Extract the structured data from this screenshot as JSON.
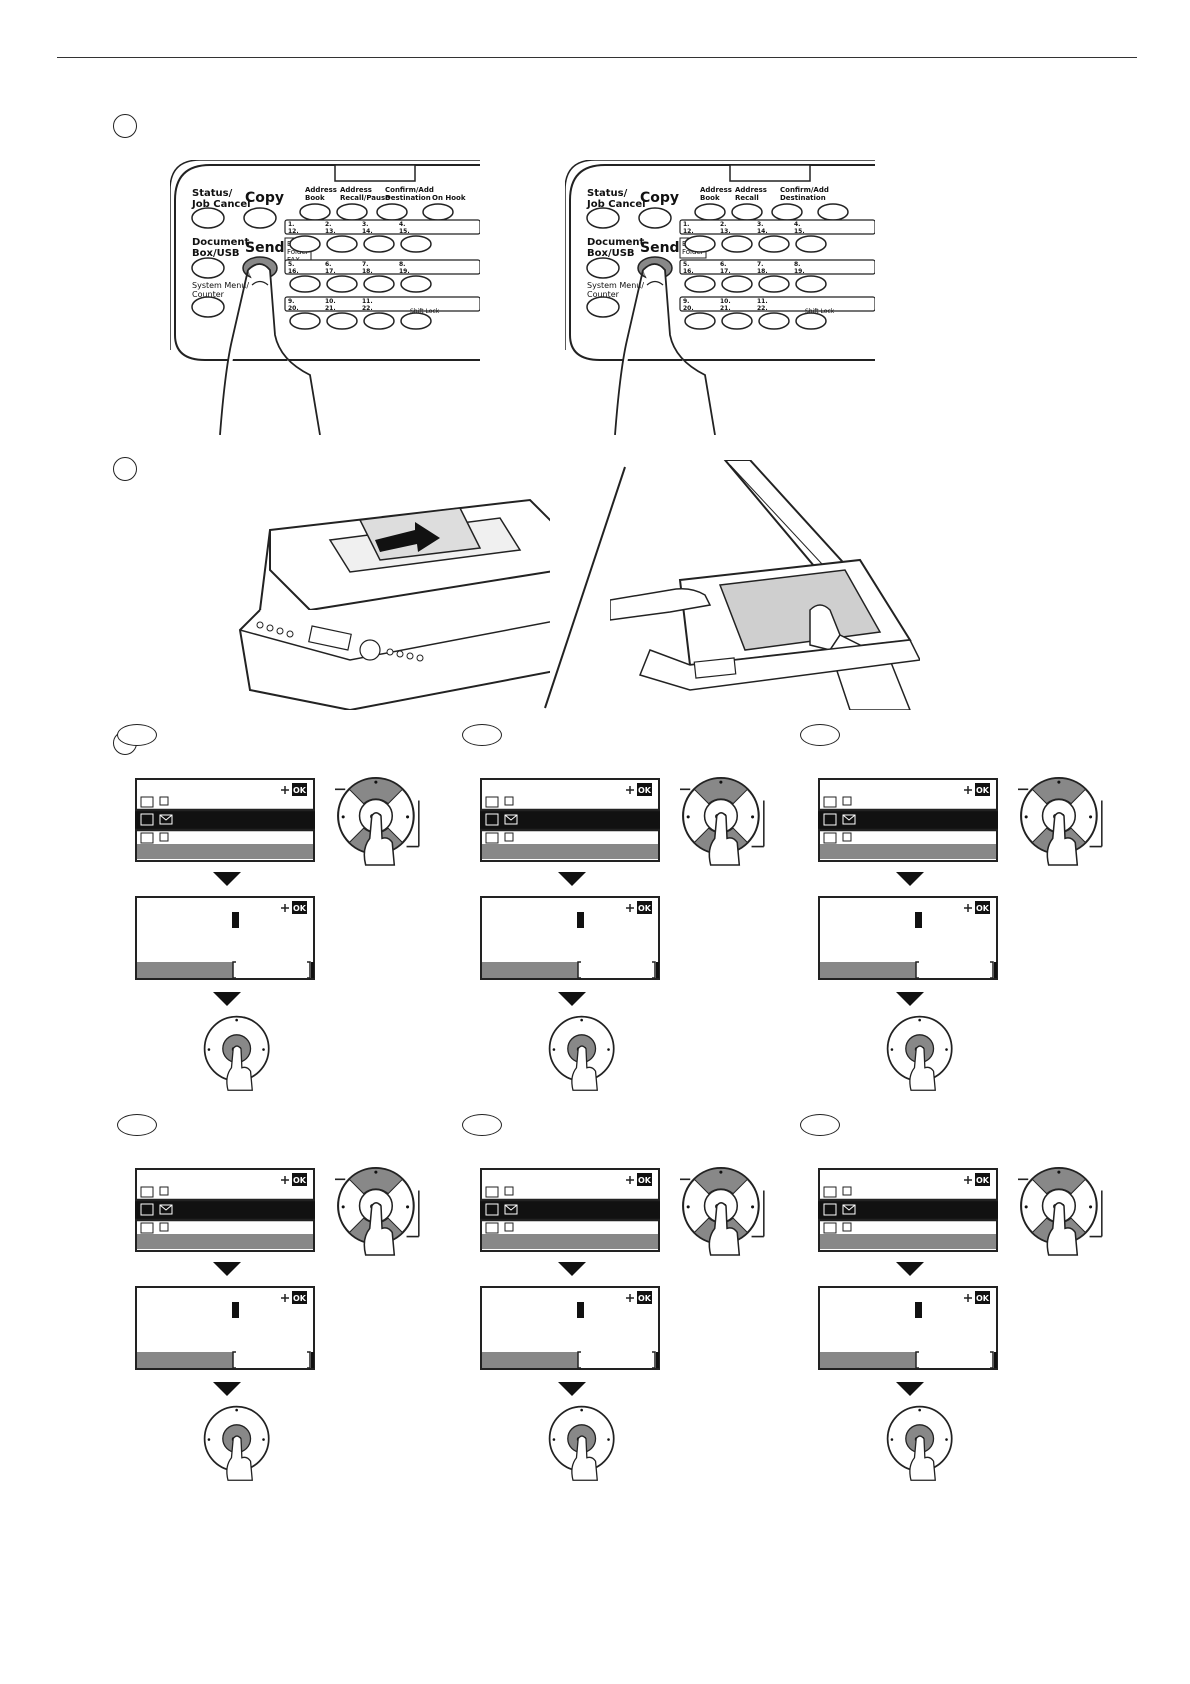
{
  "panel": {
    "status_job_cancel": "Status/\nJob Cancel",
    "copy": "Copy",
    "document_box_usb": "Document\nBox/USB",
    "send": "Send",
    "system_menu_counter": "System Menu/\nCounter",
    "email_folder_fax": "E-mail\nFolder\nFAX",
    "email_folder": "E-mail\nFolder",
    "address_book": "Address\nBook",
    "address_recall_pause": "Address\nRecall/Pause",
    "address_recall": "Address\nRecall",
    "confirm_add_destination": "Confirm/Add\nDestination",
    "on_hook": "On Hook",
    "shift_lock": "Shift Lock",
    "row1_top": [
      "1.",
      "2.",
      "3.",
      "4."
    ],
    "row1_bot": [
      "12.",
      "13.",
      "14.",
      "15."
    ],
    "row2_top": [
      "5.",
      "6.",
      "7.",
      "8."
    ],
    "row2_bot": [
      "16.",
      "17.",
      "18.",
      "19."
    ],
    "row3_top": [
      "9.",
      "10.",
      "11."
    ],
    "row3_bot": [
      "20.",
      "21.",
      "22."
    ]
  },
  "lcd": {
    "ok_label": "OK"
  },
  "dial": {
    "ok_label": "OK"
  }
}
